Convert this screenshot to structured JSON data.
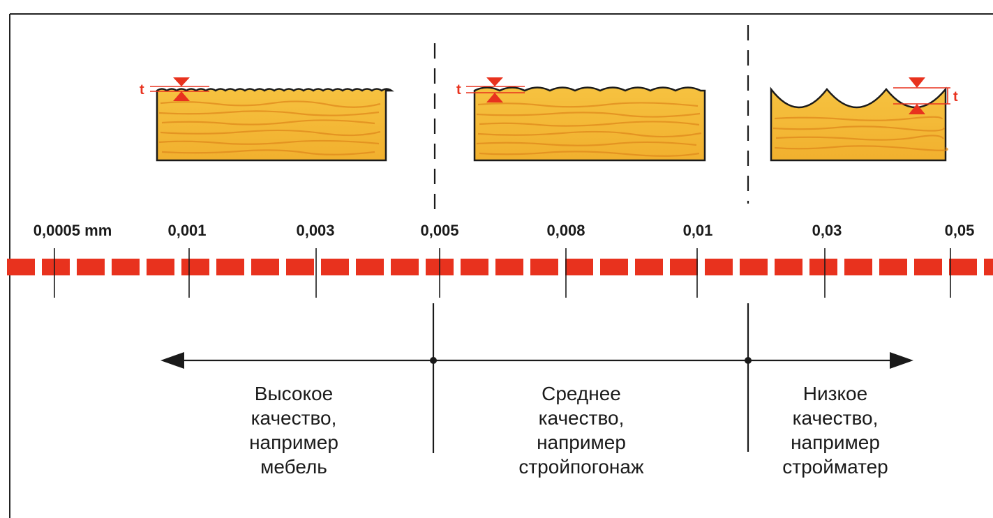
{
  "scale": {
    "ticks": [
      "0,0005 mm",
      "0,001",
      "0,003",
      "0,005",
      "0,008",
      "0,01",
      "0,03",
      "0,05"
    ]
  },
  "samples": {
    "depth_symbol": "t"
  },
  "zones": [
    {
      "lines": [
        "Высокое",
        "качество,",
        "например",
        "мебель"
      ]
    },
    {
      "lines": [
        "Среднее",
        "качество,",
        "например",
        "стройпогонаж"
      ]
    },
    {
      "lines": [
        "Низкое",
        "качество,",
        "например",
        "стройматер"
      ]
    }
  ],
  "colors": {
    "accent": "#e8321e",
    "wood": "#f4b935",
    "wood_grain": "#e0891c",
    "line": "#1a1a1a"
  }
}
